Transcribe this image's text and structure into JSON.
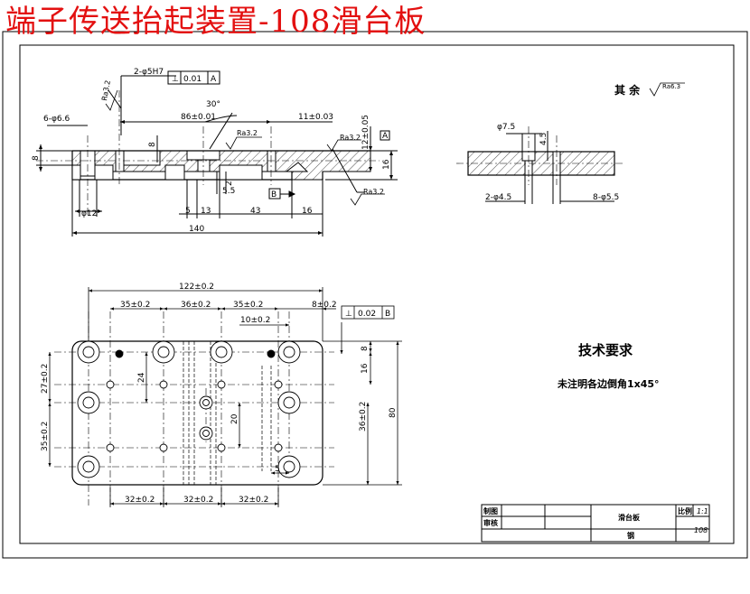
{
  "header": {
    "title": "端子传送抬起装置-108滑台板"
  },
  "drawing": {
    "front_view": {
      "dims": {
        "hole_6x66": "6-φ6.6",
        "hole_2x5h7": "2-φ5H7",
        "perp_value": "0.01",
        "datum_a": "A",
        "angle": "30°",
        "dim_86": "86±0.01",
        "dim_11": "11±0.03",
        "dim_12": "12±0.05",
        "dim_8_left": "8",
        "dim_8_center": "8",
        "dim_16": "16",
        "dim_5_5": "5.5",
        "dim_2": "2",
        "dim_phi12": "φ12",
        "dim_5": "5",
        "dim_13": "13",
        "dim_43": "43",
        "dim_16b": "16",
        "dim_140": "140",
        "datum_b": "B"
      },
      "roughness": [
        "Ra3.2",
        "Ra3.2",
        "Ra3.2",
        "Ra3.2"
      ]
    },
    "side_view": {
      "dims": {
        "phi7_5": "φ7.5",
        "dim_4_5": "4.5",
        "hole_2x4_5": "2-φ4.5",
        "hole_8x5_5": "8-φ5.5"
      }
    },
    "top_view": {
      "dims": {
        "dim_122": "122±0.2",
        "dim_35a": "35±0.2",
        "dim_36": "36±0.2",
        "dim_35b": "35±0.2",
        "dim_8": "8±0.2",
        "dim_10": "10±0.2",
        "perp_value": "0.02",
        "datum_b": "B",
        "dim_8_right": "8",
        "dim_16_right": "16",
        "dim_27": "27±0.2",
        "dim_24": "24",
        "dim_35_left": "35±0.2",
        "dim_20": "20",
        "dim_36_right": "36±0.2",
        "dim_80": "80",
        "dim_5": "5",
        "dim_32a": "32±0.2",
        "dim_32b": "32±0.2",
        "dim_32c": "32±0.2"
      }
    },
    "roughness_note": {
      "prefix": "其 余",
      "value": "Ra6.3"
    },
    "tech_req": {
      "title": "技术要求",
      "note": "未注明各边倒角1x45°"
    },
    "title_block": {
      "drawn_label": "制图",
      "review_label": "审核",
      "part_name": "滑台板",
      "scale_label": "比例",
      "scale_value": "1:1",
      "drawing_no": "108",
      "material": "钢"
    }
  }
}
